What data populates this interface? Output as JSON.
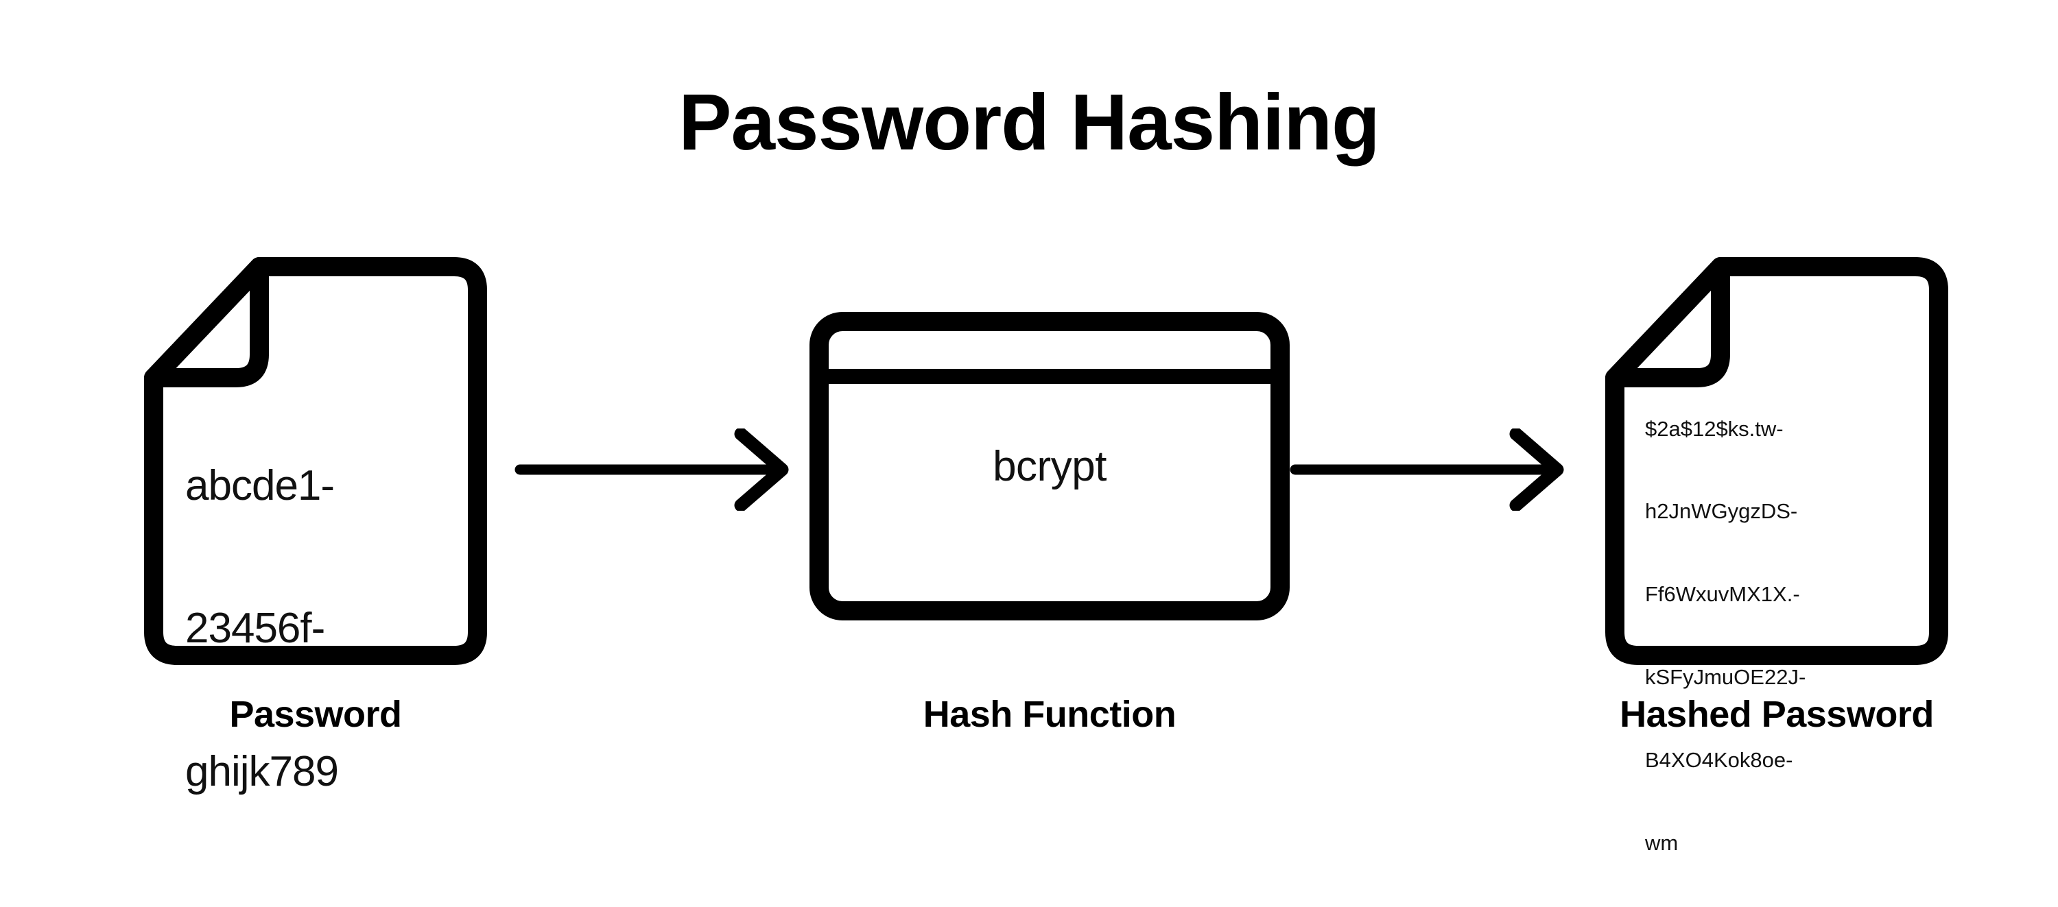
{
  "title": "Password Hashing",
  "colors": {
    "background": "#ffffff",
    "stroke": "#000000",
    "text": "#111111"
  },
  "flow": {
    "steps": [
      {
        "id": "password",
        "icon": "document-icon",
        "caption": "Password",
        "lines": [
          "abcde1-",
          "23456f-",
          "ghijk789"
        ],
        "full_value": "abcde1-23456f-ghijk789"
      },
      {
        "id": "hash-function",
        "icon": "window-card-icon",
        "caption": "Hash Function",
        "label": "bcrypt"
      },
      {
        "id": "hashed-password",
        "icon": "document-icon",
        "caption": "Hashed Password",
        "lines": [
          "$2a$12$ks.tw-",
          "h2JnWGygzDS-",
          "Ff6WxuvMX1X.-",
          "kSFyJmuOE22J-",
          "B4XO4Kok8oe-",
          "wm"
        ],
        "full_value": "$2a$12$ks.twh2JnWGygzDSFf6WxuvMX1X.kSFyJmuOE22JB4XO4Kok8oewm"
      }
    ],
    "arrows": [
      {
        "id": "arrow-password-to-hash",
        "direction": "right"
      },
      {
        "id": "arrow-hash-to-hashed",
        "direction": "right"
      }
    ]
  }
}
